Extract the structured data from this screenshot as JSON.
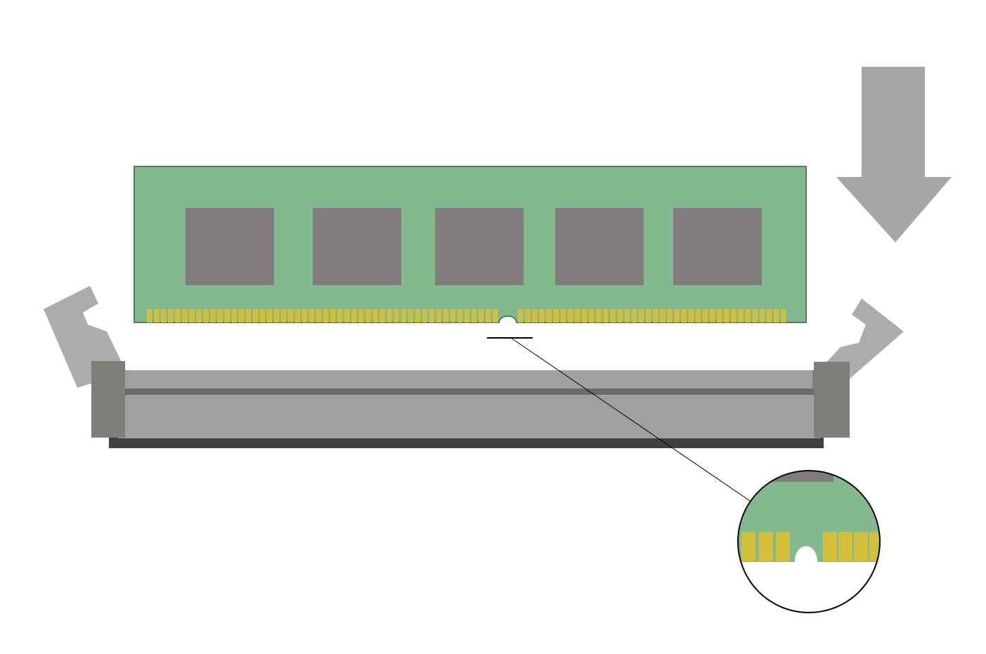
{
  "diagram": {
    "kind": "ram-module-installation",
    "module": {
      "chip_count": 5,
      "left_contact_pins": 50,
      "right_contact_pins": 38,
      "has_key_notch": true
    },
    "colors": {
      "background": "#ffffff",
      "pcb": "#84b88e",
      "pcb_edge": "#4f7f5a",
      "chip": "#807c7b",
      "contact": "#d2c03a",
      "slot_body": "#a0a0a0",
      "slot_groove": "#6a6a6a",
      "slot_end": "#7f7e7b",
      "slot_base": "#404040",
      "latch": "#acacac",
      "arrow": "#a6a6a6",
      "callout_line": "#000000"
    },
    "icons": {
      "insert_direction": "down-arrow-icon",
      "latch": "latch-clip-icon",
      "zoom": "magnifier-callout-icon"
    }
  }
}
